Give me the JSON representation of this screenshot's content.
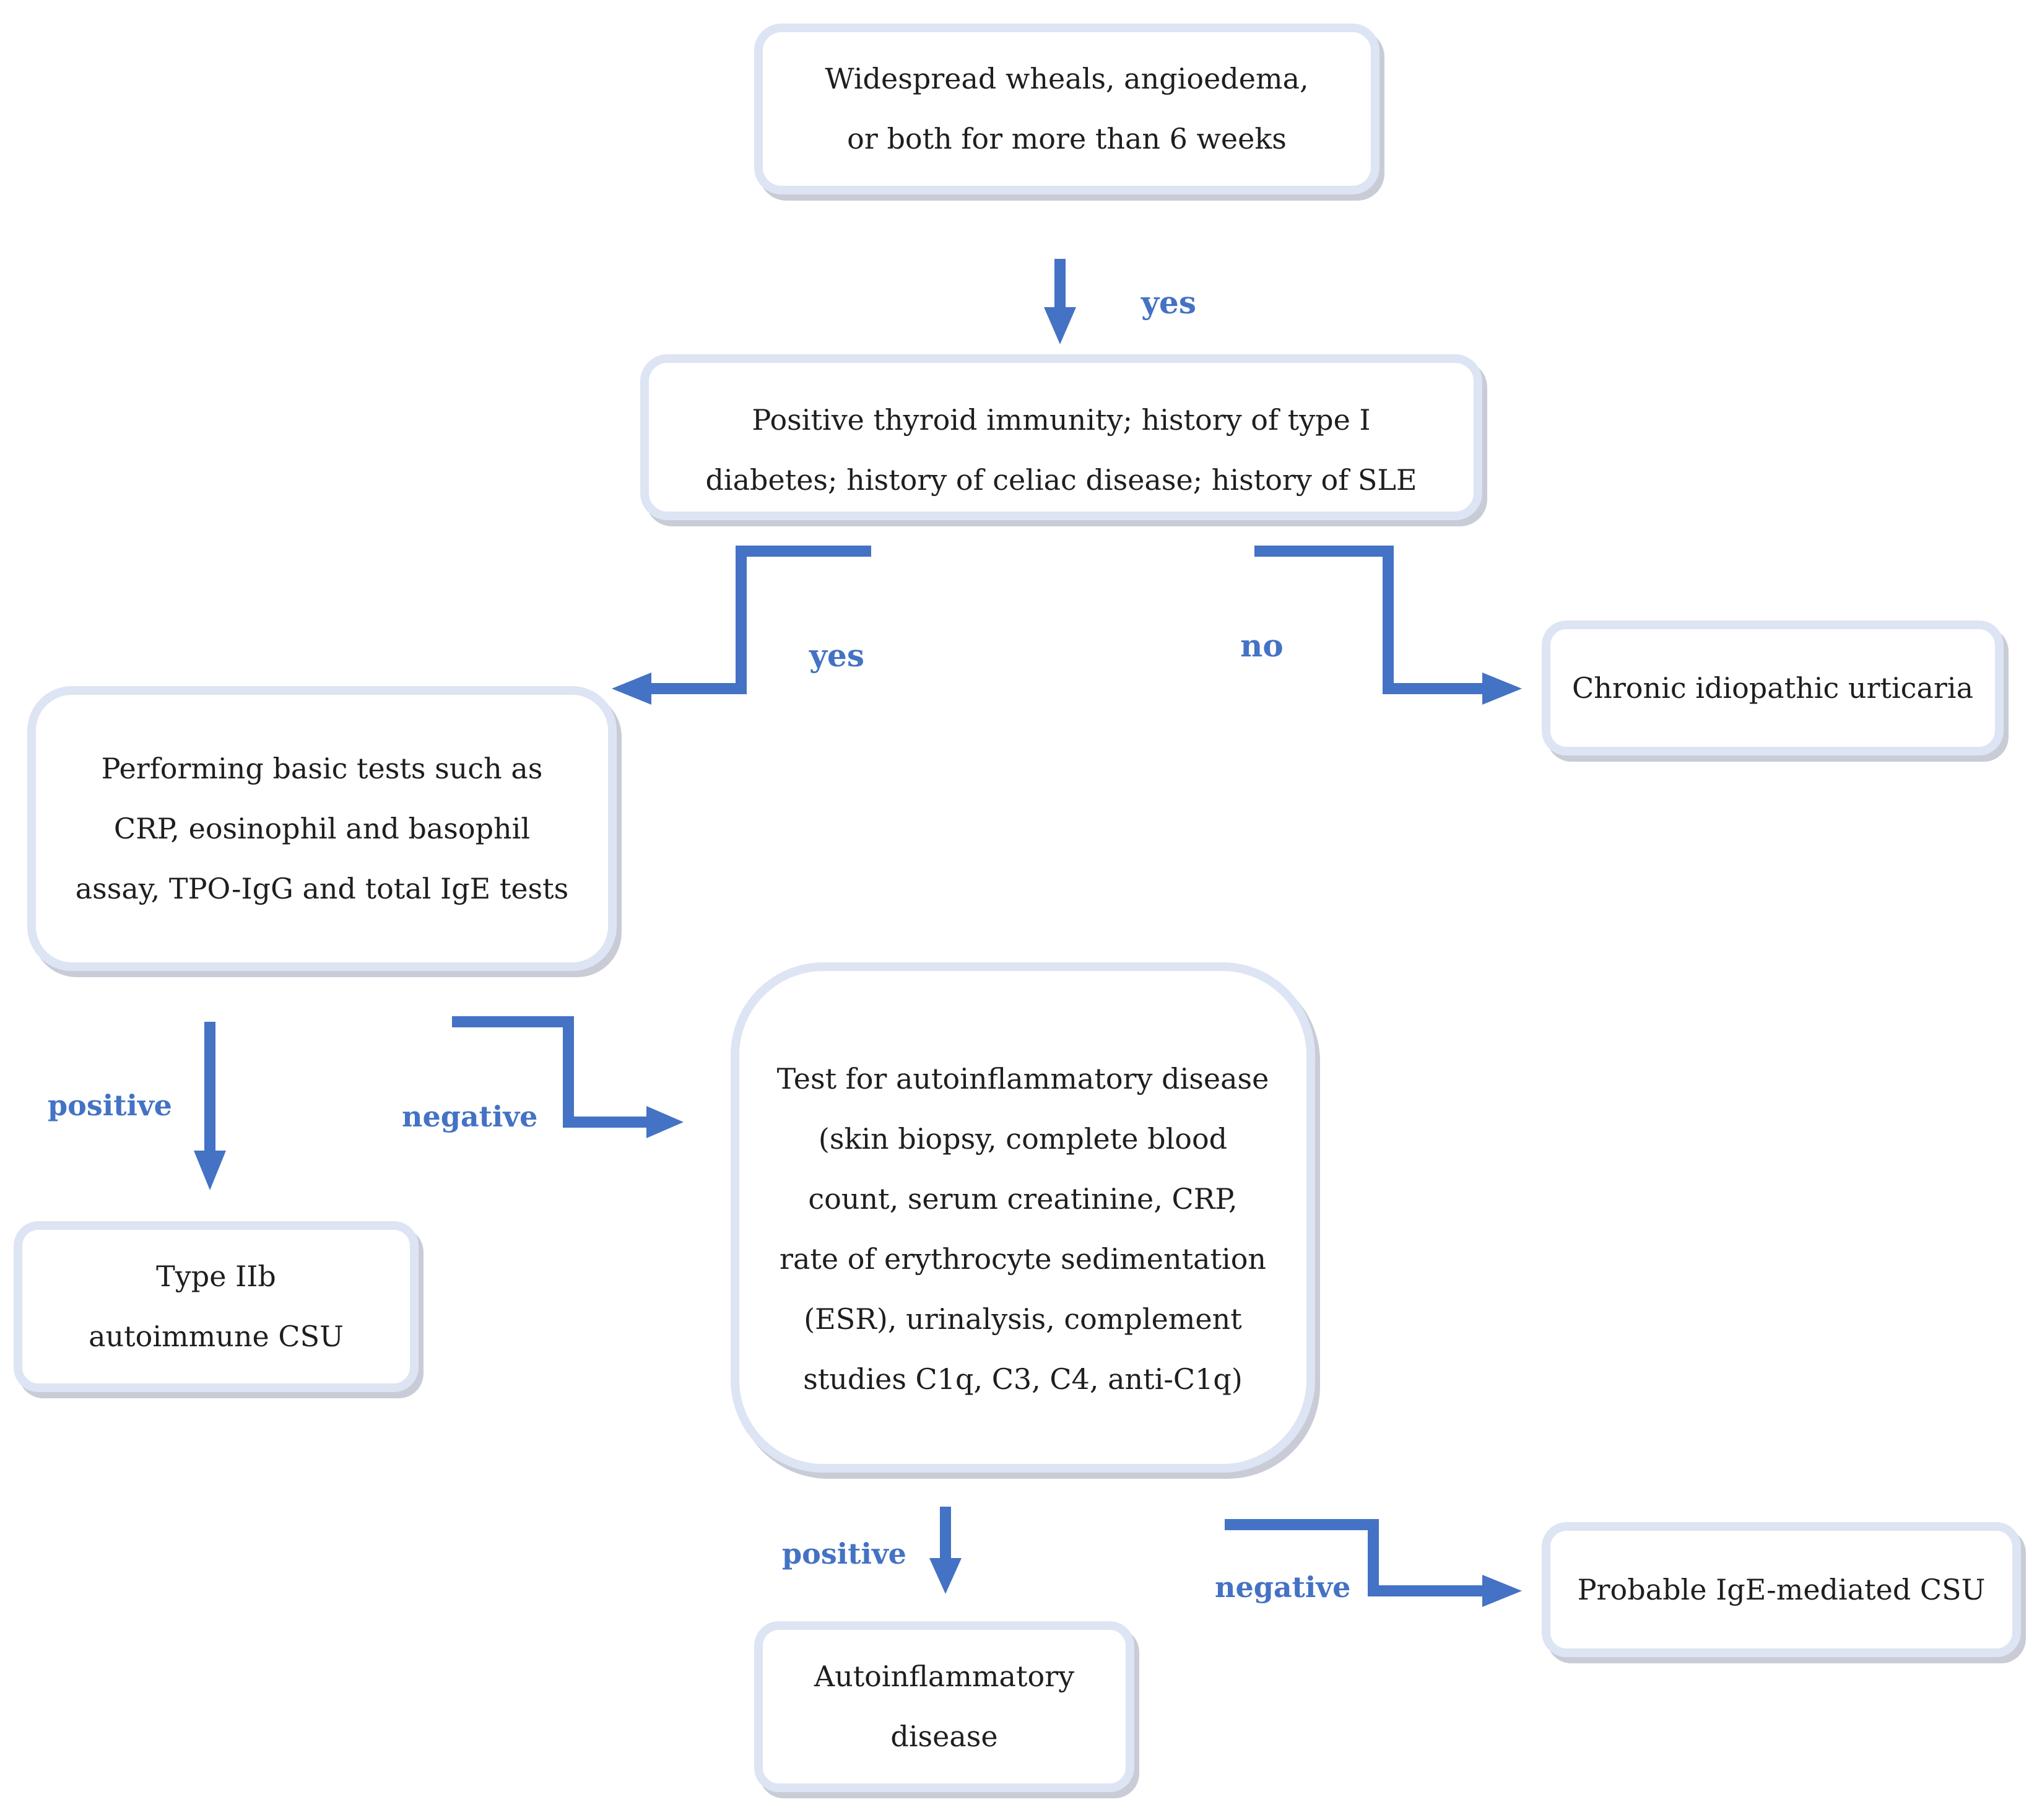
{
  "flowchart": {
    "nodes": {
      "start": "Widespread wheals, angioedema, or both for more than 6 weeks",
      "history": "Positive thyroid immunity; history of type I diabetes; history of celiac disease; history of SLE",
      "basic_tests": "Performing basic tests such as CRP, eosinophil and basophil assay, TPO-IgG and total IgE tests",
      "chronic_idiopathic": "Chronic idiopathic urticaria",
      "type_iib": "Type IIb autoimmune CSU",
      "autoinflammatory_test": "Test for autoinflammatory disease (skin biopsy, complete blood count, serum creatinine, CRP, rate of erythrocyte sedimentation (ESR), urinalysis, complement studies C1q, C3, C4, anti-C1q)",
      "autoinflammatory_disease": "Autoinflammatory disease",
      "ige_mediated": "Probable IgE-mediated CSU"
    },
    "edge_labels": {
      "start_to_history": "yes",
      "history_yes": "yes",
      "history_no": "no",
      "tests_positive": "positive",
      "tests_negative": "negative",
      "autoinflammatory_positive": "positive",
      "autoinflammatory_negative": "negative"
    },
    "colors": {
      "arrow": "#4472c4",
      "box_border": "#dde4f3",
      "box_shadow": "#c9ccd6",
      "label_text": "#4472c4",
      "node_text": "#1e1e1e"
    }
  }
}
